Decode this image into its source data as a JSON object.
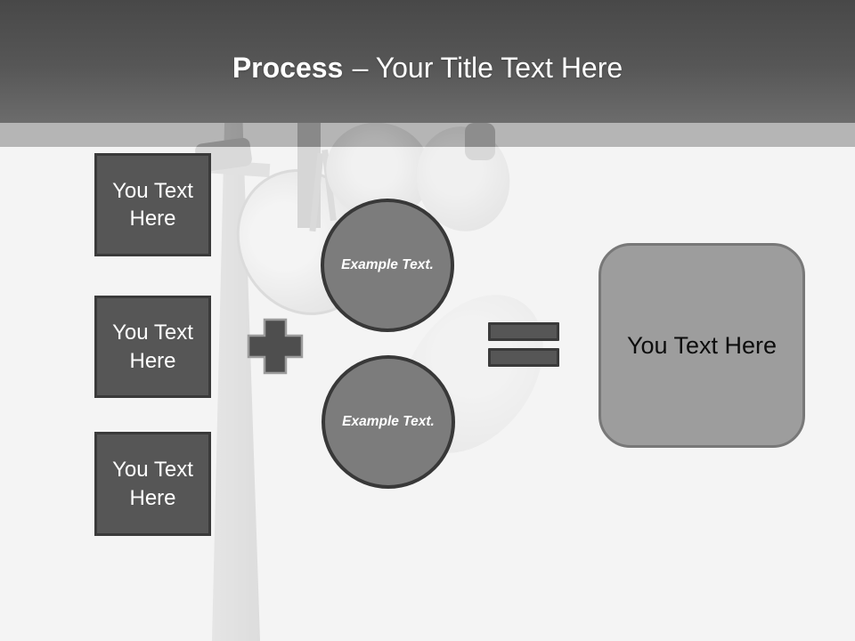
{
  "header": {
    "title_bold": "Process",
    "title_rest": "– Your Title Text Here"
  },
  "left_column": {
    "boxes": [
      {
        "label": "You Text Here"
      },
      {
        "label": "You Text Here"
      },
      {
        "label": "You Text Here"
      }
    ]
  },
  "circles": [
    {
      "label": "Example Text."
    },
    {
      "label": "Example Text."
    }
  ],
  "result_box": {
    "label": "You Text Here"
  },
  "icons": {
    "plus": "+",
    "equals": "="
  },
  "background": {
    "photo_description": "faded black-and-white stadium floodlights on a pole"
  },
  "colors": {
    "header_top": "#484848",
    "header_bottom": "#6c6c6c",
    "band": "#bcbcbc",
    "background": "#f4f4f4",
    "box_fill": "#565656",
    "box_border": "#3a3a3a",
    "circle_fill": "#7c7c7c",
    "circle_border": "#383838",
    "plus_fill": "#4e4e4e",
    "plus_outline": "#9b9b9b",
    "result_fill": "#9d9d9d",
    "result_border": "#787878",
    "text_light": "#ffffff",
    "text_dark": "#0d0d0d"
  }
}
